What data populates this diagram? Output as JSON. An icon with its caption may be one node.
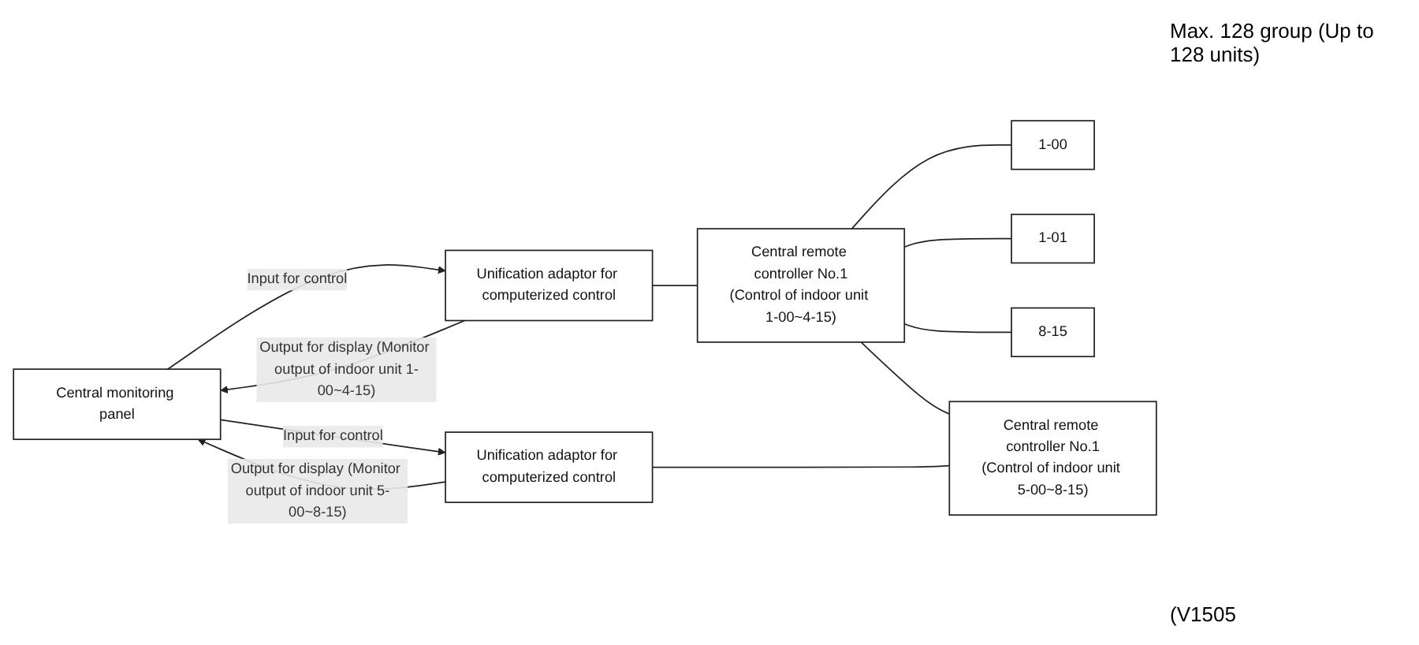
{
  "diagram": {
    "nodes": [
      {
        "text": [
          "Central monitoring panel"
        ]
      },
      {
        "text": [
          "Unification adaptor for computerized control"
        ]
      },
      {
        "text": [
          "Central remote controller No.1",
          "(Control of indoor unit 1-00~4-15)"
        ]
      },
      {
        "text": [
          "Unification adaptor for computerized control"
        ]
      },
      {
        "text": [
          "Central remote controller No.1",
          "(Control of indoor unit 5-00~8-15)"
        ]
      },
      {
        "text": [
          "1-00"
        ]
      },
      {
        "text": [
          "1-01"
        ]
      },
      {
        "text": [
          "8-15"
        ]
      }
    ],
    "edges": [
      {
        "from": 0,
        "to": 1,
        "arrow": "to",
        "label": "Input for control"
      },
      {
        "from": 1,
        "to": 0,
        "arrow": "to",
        "label": "Output for display (Monitor output of indoor unit 1-00~4-15)"
      },
      {
        "from": 1,
        "to": 2,
        "arrow": "none"
      },
      {
        "from": 2,
        "to": 5,
        "arrow": "none"
      },
      {
        "from": 2,
        "to": 6,
        "arrow": "none"
      },
      {
        "from": 2,
        "to": 7,
        "arrow": "none"
      },
      {
        "from": 2,
        "to": 4,
        "arrow": "none"
      },
      {
        "from": 0,
        "to": 3,
        "arrow": "to",
        "label": "Input for control"
      },
      {
        "from": 3,
        "to": 0,
        "arrow": "to",
        "label": "Output for display (Monitor output of indoor unit 5-00~8-15)"
      },
      {
        "from": 3,
        "to": 4,
        "arrow": "none"
      }
    ],
    "labels": [
      "Max. 128 group (Up to 128 units)",
      "(V1505"
    ]
  }
}
